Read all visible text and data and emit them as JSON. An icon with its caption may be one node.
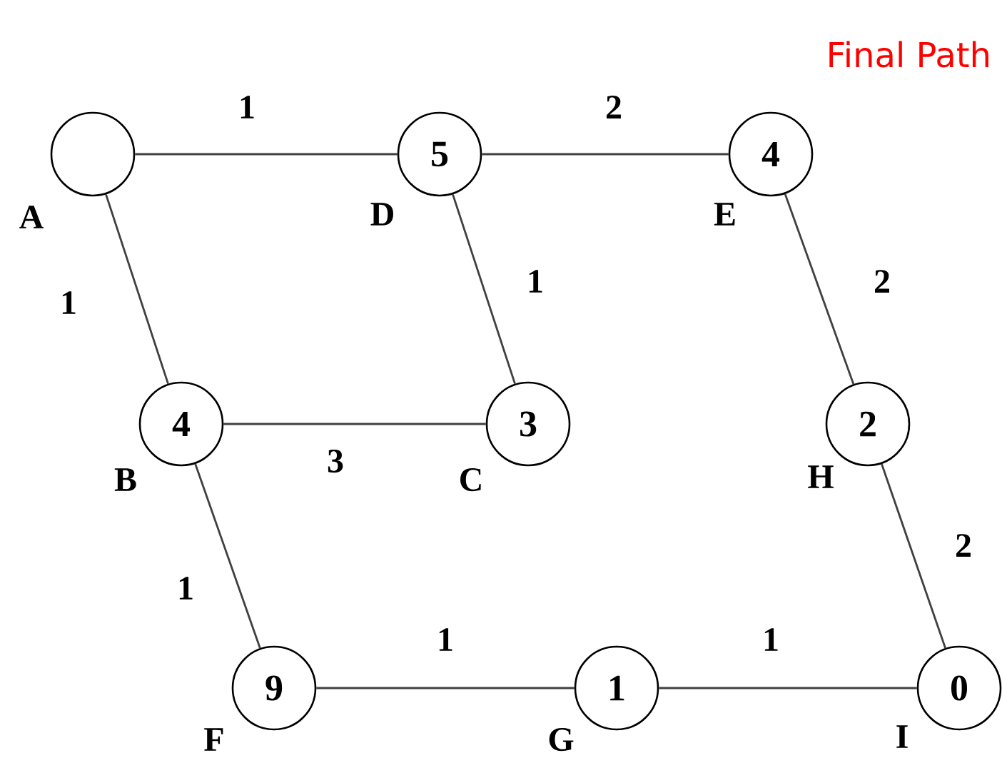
{
  "diagram": {
    "title": "Final Path",
    "nodes": [
      {
        "text": [],
        "shape": "circle",
        "beside": [
          "A"
        ]
      },
      {
        "text": [
          "5"
        ],
        "beside": [
          "D"
        ]
      },
      {
        "text": [
          "4"
        ],
        "beside": [
          "E"
        ]
      },
      {
        "text": [
          "4"
        ],
        "beside": [
          "B"
        ]
      },
      {
        "text": [
          "3"
        ],
        "beside": [
          "C"
        ]
      },
      {
        "text": [
          "2"
        ],
        "beside": [
          "H"
        ]
      },
      {
        "text": [
          "9"
        ],
        "beside": [
          "F"
        ]
      },
      {
        "text": [
          "1"
        ],
        "beside": [
          "G"
        ]
      },
      {
        "text": [
          "0"
        ],
        "beside": [
          "I"
        ]
      }
    ],
    "edges": [
      {
        "from": 0,
        "to": 1,
        "arrow": "none",
        "label": "1"
      },
      {
        "from": 1,
        "to": 2,
        "arrow": "none",
        "label": "2"
      },
      {
        "from": 0,
        "to": 3,
        "arrow": "none",
        "label": "1"
      },
      {
        "from": 1,
        "to": 4,
        "arrow": "none",
        "label": "1"
      },
      {
        "from": 2,
        "to": 5,
        "arrow": "none",
        "label": "2"
      },
      {
        "from": 3,
        "to": 4,
        "arrow": "none",
        "label": "3"
      },
      {
        "from": 5,
        "to": 8,
        "arrow": "none",
        "label": "2"
      },
      {
        "from": 3,
        "to": 6,
        "arrow": "none",
        "label": "1"
      },
      {
        "from": 6,
        "to": 7,
        "arrow": "none",
        "label": "1"
      },
      {
        "from": 7,
        "to": 8,
        "arrow": "none",
        "label": "1"
      }
    ]
  }
}
